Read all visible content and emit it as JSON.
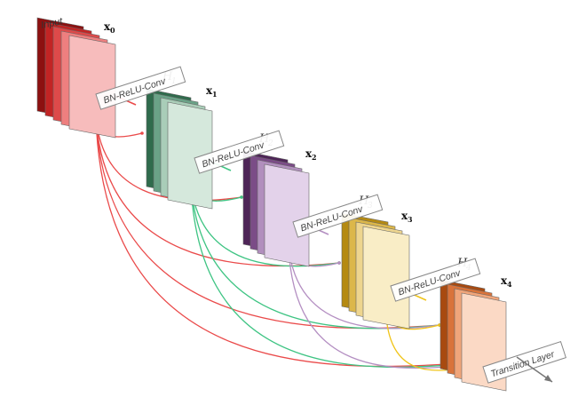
{
  "input_label": "Input",
  "blocks": [
    {
      "x_label": "x",
      "x_sub": "0",
      "h_label": "",
      "h_sub": "",
      "colors": [
        "#8c1010",
        "#c22424",
        "#dd4a4a",
        "#ee7f7f",
        "#f7bcbc"
      ]
    },
    {
      "x_label": "x",
      "x_sub": "1",
      "h_label": "H",
      "h_sub": "1",
      "colors": [
        "#2f6b4c",
        "#6aa287",
        "#a9cdb8",
        "#d5e8dc"
      ]
    },
    {
      "x_label": "x",
      "x_sub": "2",
      "h_label": "H",
      "h_sub": "2",
      "colors": [
        "#4e2557",
        "#7b4c87",
        "#b18fbd",
        "#e3d2ea"
      ]
    },
    {
      "x_label": "x",
      "x_sub": "3",
      "h_label": "H",
      "h_sub": "3",
      "colors": [
        "#b58a12",
        "#dcb74a",
        "#eed58e",
        "#f9edc6"
      ]
    },
    {
      "x_label": "x",
      "x_sub": "4",
      "h_label": "H",
      "h_sub": "4",
      "colors": [
        "#a84a10",
        "#d9733a",
        "#f0a57a",
        "#fbd9c5"
      ]
    }
  ],
  "conv_boxes": [
    "BN-ReLU-Conv",
    "BN-ReLU-Conv",
    "BN-ReLU-Conv",
    "BN-ReLU-Conv"
  ],
  "transition_label": "Transition Layer",
  "colors": {
    "red": "#ea4a4a",
    "green": "#3ec483",
    "purple": "#b48fc2",
    "yellow": "#f0c419",
    "box_stroke": "#888888"
  }
}
